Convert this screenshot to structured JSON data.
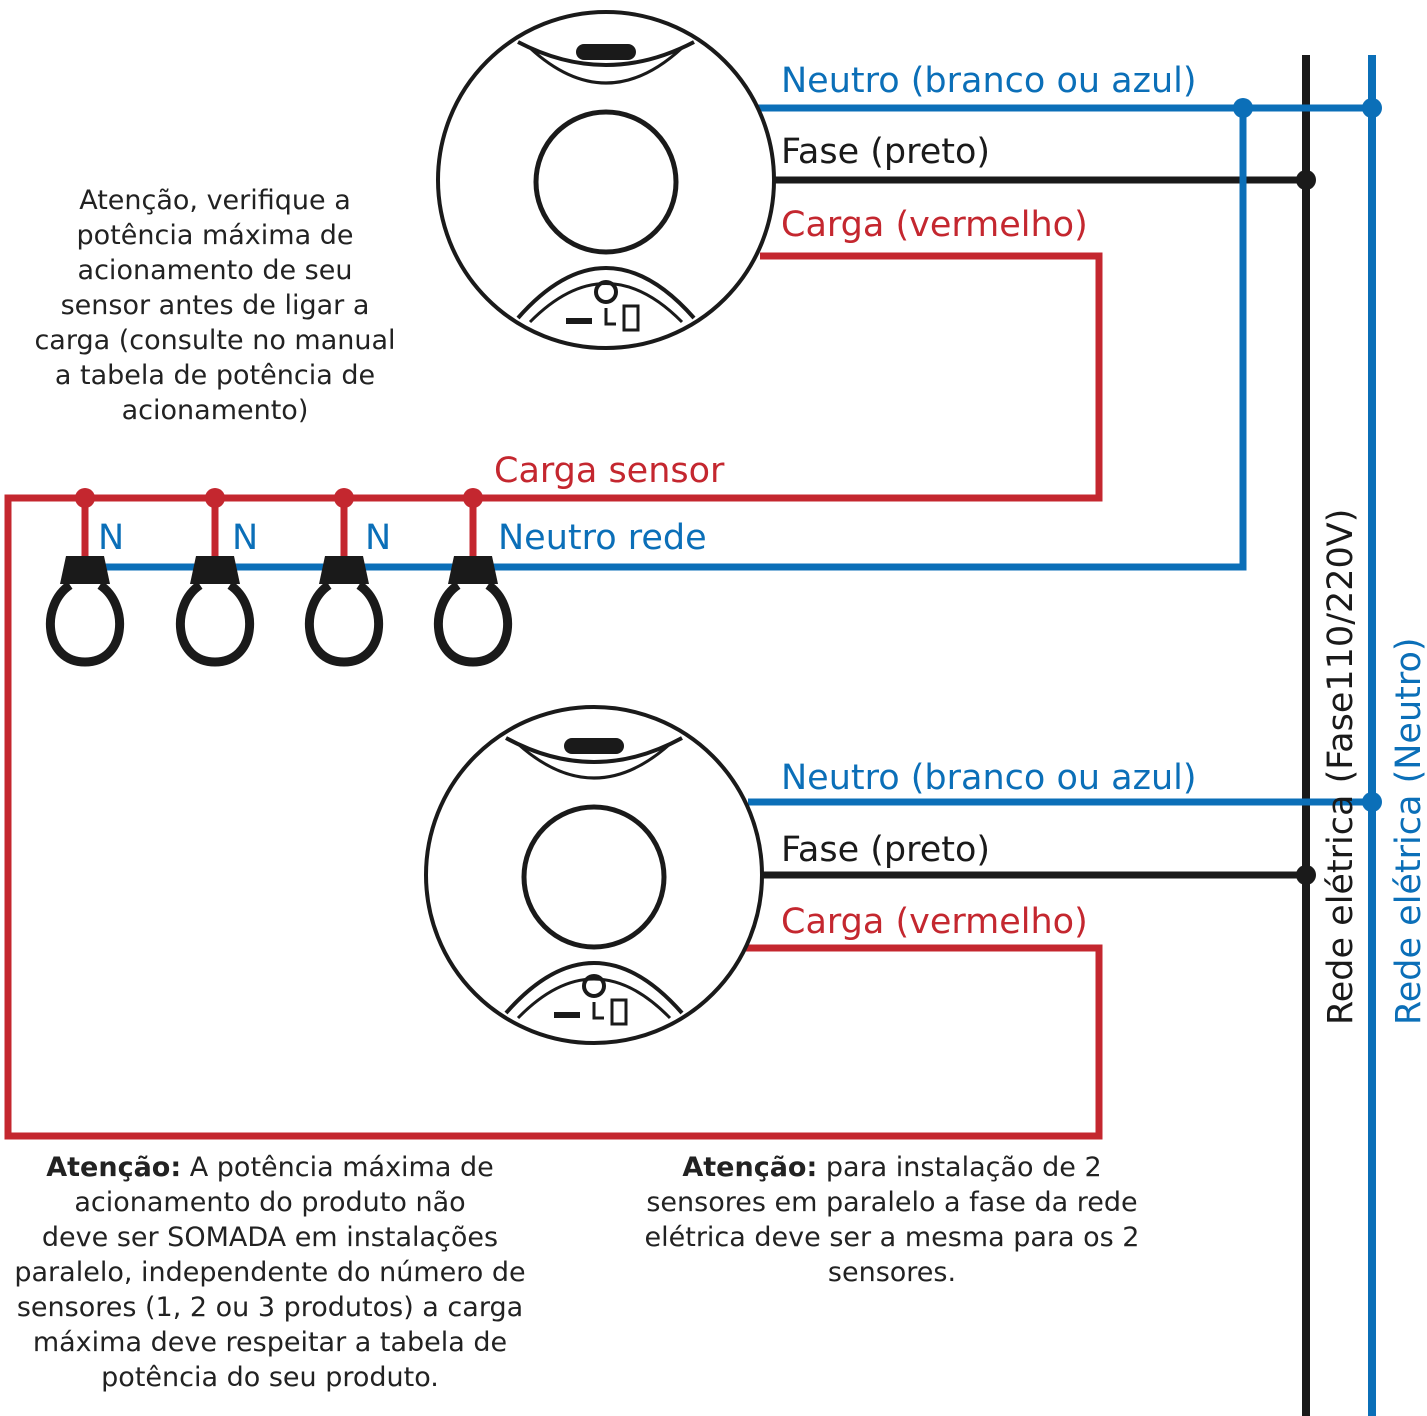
{
  "colors": {
    "neutral": "#0b6fb8",
    "phase": "#1a1a1a",
    "load": "#c4272f"
  },
  "sensor_top": {
    "neutral_label": "Neutro (branco ou azul)",
    "phase_label": "Fase (preto)",
    "load_label": "Carga (vermelho)"
  },
  "sensor_bottom": {
    "neutral_label": "Neutro (branco ou azul)",
    "phase_label": "Fase (preto)",
    "load_label": "Carga (vermelho)"
  },
  "load_bus_label": "Carga sensor",
  "neutral_bus_label": "Neutro rede",
  "lamps": [
    {
      "label": "N"
    },
    {
      "label": "N"
    },
    {
      "label": "N"
    },
    {
      "label": ""
    }
  ],
  "rail_phase_label": "Rede elétrica (Fase110/220V)",
  "rail_neutral_label": "Rede elétrica (Neutro)",
  "note_top": "Atenção, verifique a\npotência máxima de\nacionamento de seu\nsensor  antes de ligar a\ncarga (consulte no manual\na tabela de potência de\nacionamento)",
  "note_bottom_left": {
    "bold": "Atenção:",
    "text": " A potência máxima de\nacionamento do produto não\ndeve ser SOMADA em instalações\nparalelo, independente do número de\nsensores (1, 2 ou 3 produtos) a carga\nmáxima deve respeitar a tabela de\npotência do seu produto."
  },
  "note_bottom_right": {
    "bold": "Atenção:",
    "text": " para instalação de 2\nsensores em paralelo a fase da rede\nelétrica deve ser a mesma para os 2\nsensores."
  }
}
